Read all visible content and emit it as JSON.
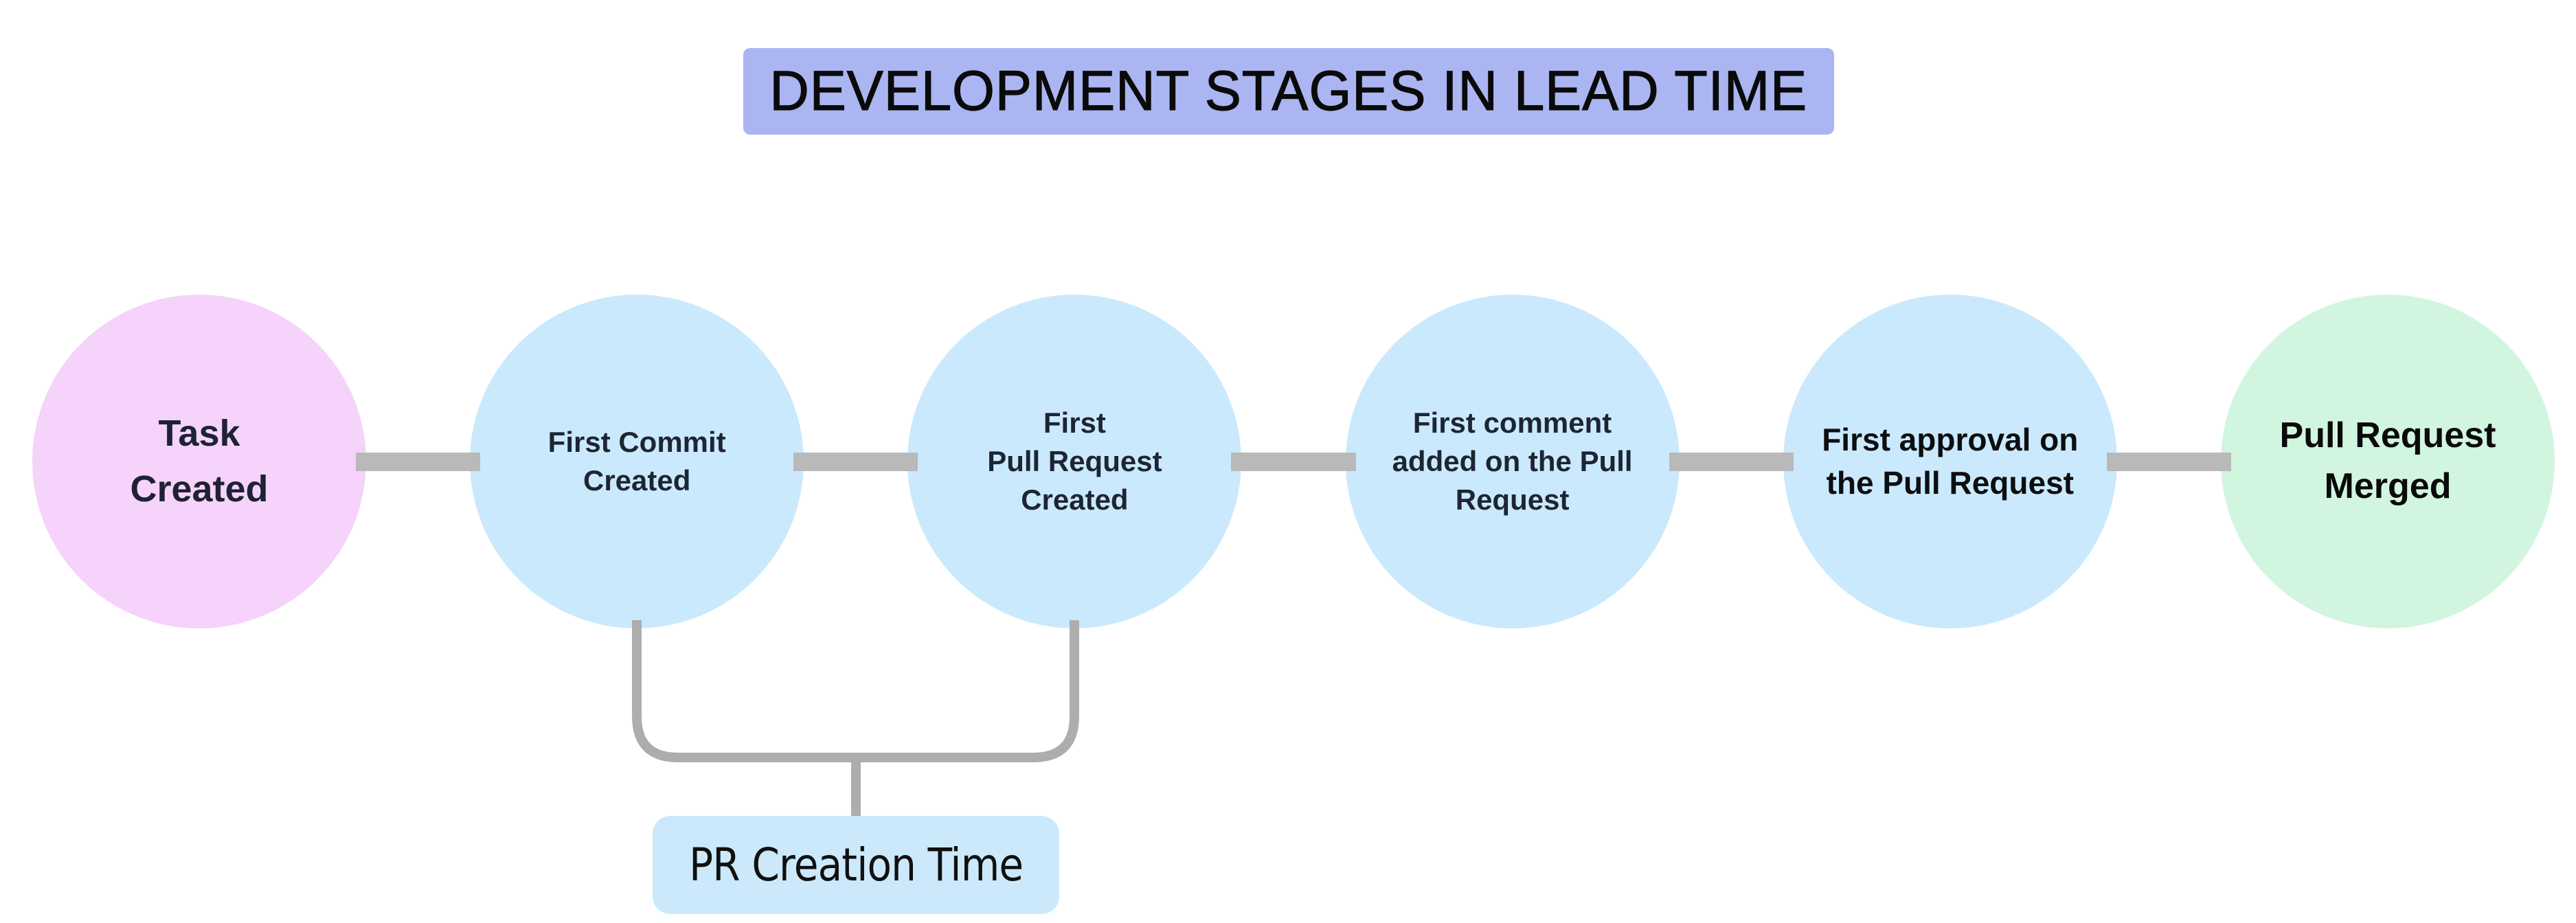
{
  "title": {
    "text": "DEVELOPMENT STAGES IN LEAD TIME"
  },
  "stages": [
    {
      "lines": [
        "Task",
        "Created"
      ],
      "fill": "#f5d3fa",
      "text_color": "#1e2233"
    },
    {
      "lines": [
        "First Commit",
        "Created"
      ],
      "fill": "#cbe9fc",
      "text_color": "#1d2533"
    },
    {
      "lines": [
        "First",
        "Pull Request",
        "Created"
      ],
      "fill": "#cbe9fc",
      "text_color": "#1d2533"
    },
    {
      "lines": [
        "First comment",
        "added on the Pull",
        "Request"
      ],
      "fill": "#cbe9fc",
      "text_color": "#1d2533"
    },
    {
      "lines": [
        "First approval on",
        "the Pull Request"
      ],
      "fill": "#cbe9fc",
      "text_color": "#0d0e10"
    },
    {
      "lines": [
        "Pull Request",
        "Merged"
      ],
      "fill": "#d2f5df",
      "text_color": "#0a0a0a"
    }
  ],
  "annotation": {
    "label": "PR Creation Time",
    "fill": "#cbe9fb",
    "text_color": "#101010"
  },
  "colors": {
    "background": "#ffffff",
    "title_bg": "#abb5f1",
    "title_text": "#0a0a0a",
    "connector": "#b9b9b9",
    "bracket": "#adadad"
  }
}
